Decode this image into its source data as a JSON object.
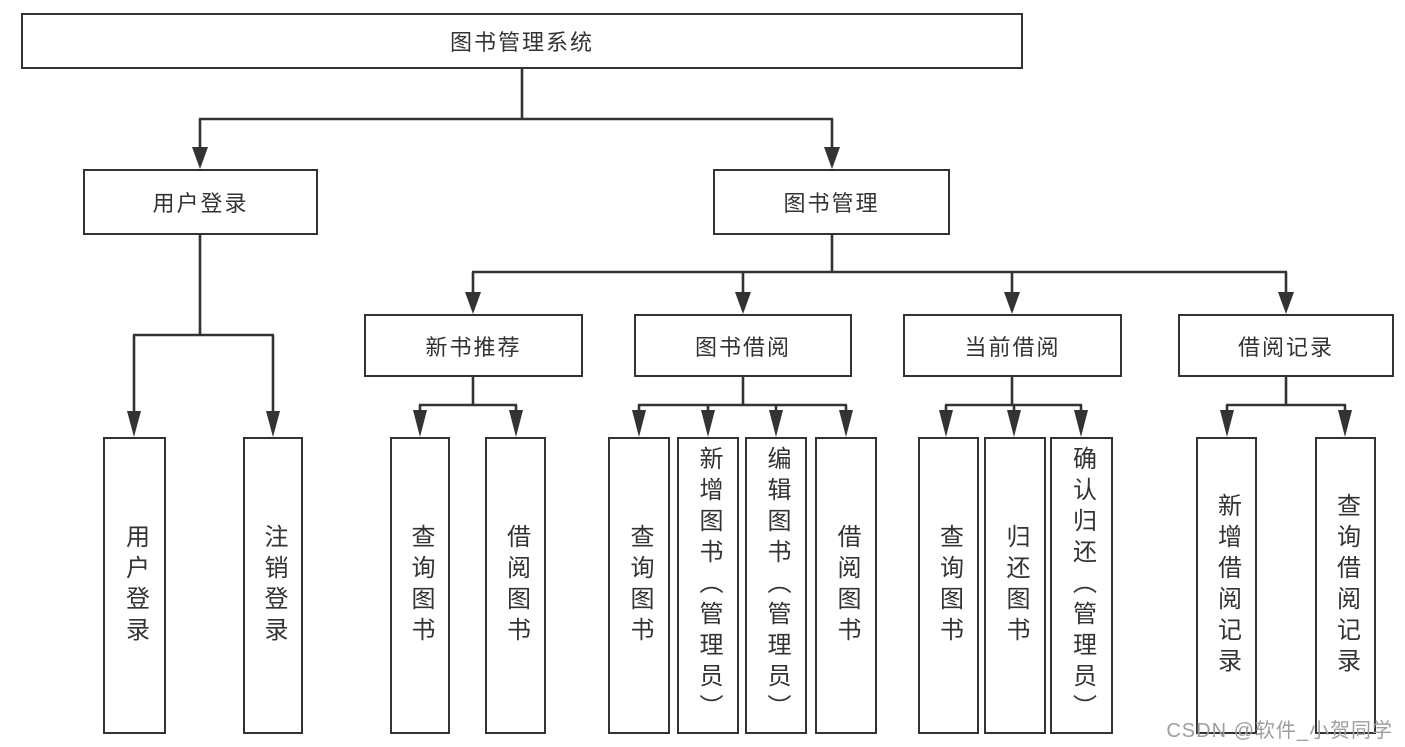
{
  "diagram_type": "hierarchy-tree",
  "colors": {
    "line": "#333333",
    "box_border": "#333333",
    "box_fill": "#ffffff",
    "text": "#333333",
    "watermark": "#9e9e9e"
  },
  "tree": {
    "root": {
      "label": "图书管理系统"
    },
    "children": [
      {
        "label": "用户登录",
        "children": [
          {
            "label": "用户登录"
          },
          {
            "label": "注销登录"
          }
        ]
      },
      {
        "label": "图书管理",
        "children": [
          {
            "label": "新书推荐",
            "children": [
              {
                "label": "查询图书"
              },
              {
                "label": "借阅图书"
              }
            ]
          },
          {
            "label": "图书借阅",
            "children": [
              {
                "label": "查询图书"
              },
              {
                "label": "新增图书（管理员）"
              },
              {
                "label": "编辑图书（管理员）"
              },
              {
                "label": "借阅图书"
              }
            ]
          },
          {
            "label": "当前借阅",
            "children": [
              {
                "label": "查询图书"
              },
              {
                "label": "归还图书"
              },
              {
                "label": "确认归还（管理员）"
              }
            ]
          },
          {
            "label": "借阅记录",
            "children": [
              {
                "label": "新增借阅记录"
              },
              {
                "label": "查询借阅记录"
              }
            ]
          }
        ]
      }
    ]
  },
  "watermark": {
    "text": "CSDN @软件_小贺同学"
  }
}
